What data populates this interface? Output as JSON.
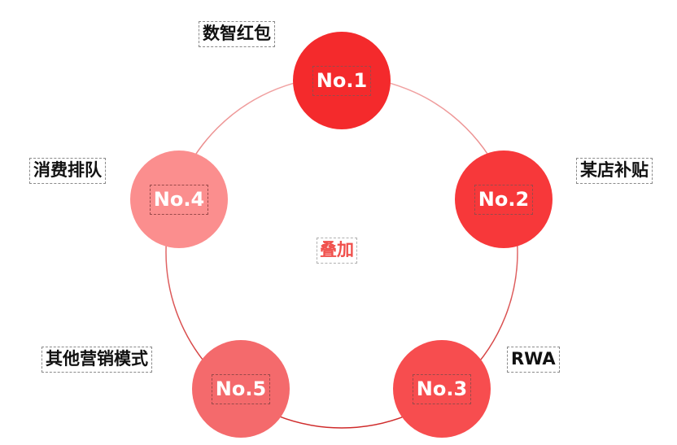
{
  "diagram": {
    "center_label": "叠加",
    "nodes": [
      {
        "label": "No.1",
        "tag": "数智红包",
        "color": "#f42a2c"
      },
      {
        "label": "No.2",
        "tag": "某店补贴",
        "color": "#f7383a"
      },
      {
        "label": "No.3",
        "tag": "RWA",
        "color": "#f74d4f"
      },
      {
        "label": "No.5",
        "tag": "其他营销模式",
        "color": "#f46a6c"
      },
      {
        "label": "No.4",
        "tag": "消费排队",
        "color": "#fb8e8e"
      }
    ],
    "colors": {
      "ring": "#ee9a9a",
      "ring_bottom": "#d03030",
      "center_text": "#f0504c"
    }
  }
}
